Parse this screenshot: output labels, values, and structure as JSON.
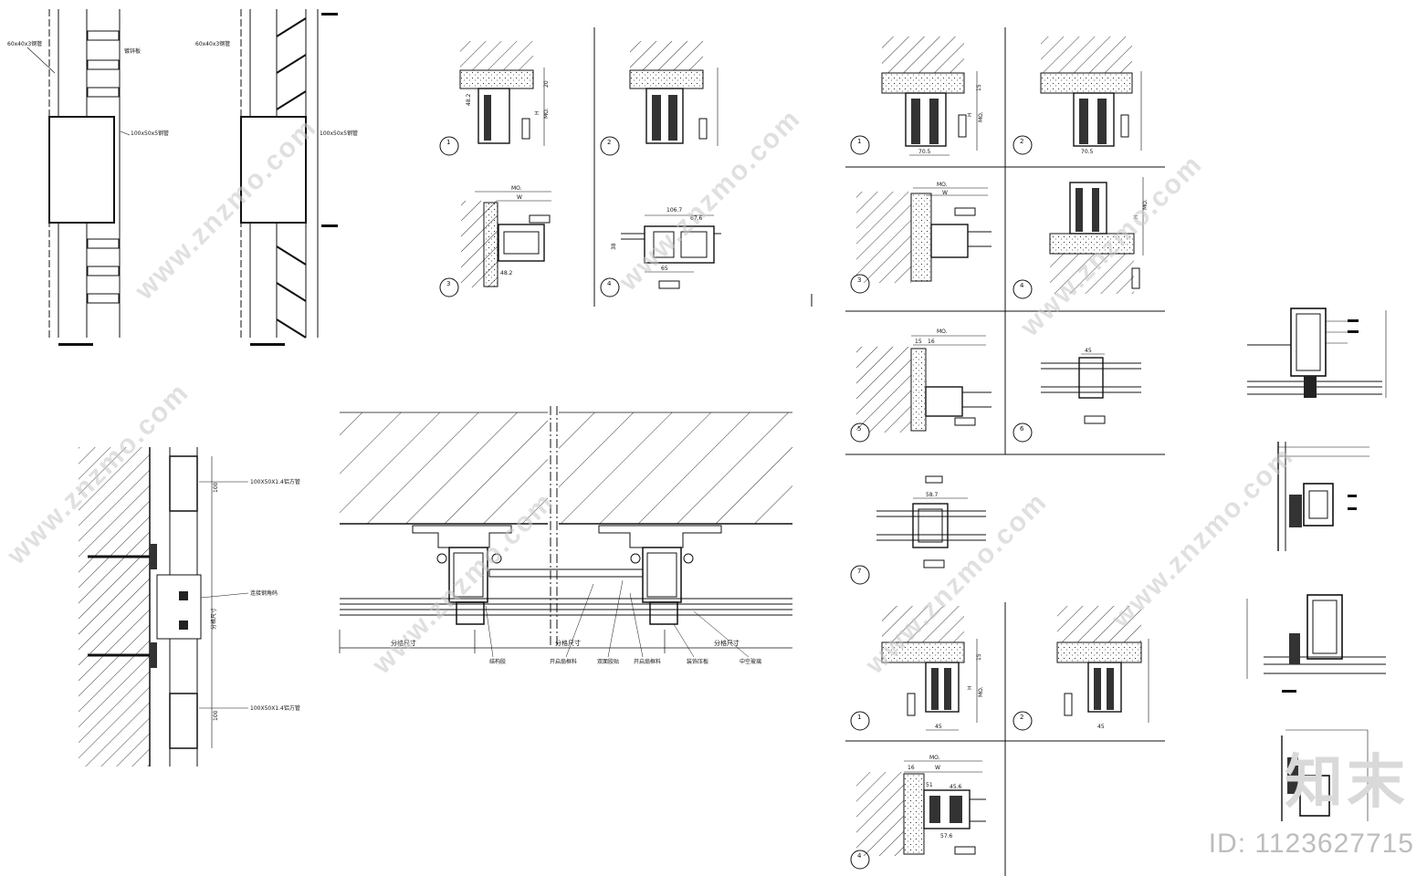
{
  "drawing": {
    "pier_elevation": {
      "labels": [
        "60x40x3钢管",
        "镀锌板",
        "100x50x5钢管"
      ]
    },
    "embed_plate_detail": {
      "labels": [
        "100X50X1.4铝方管",
        "连接钢角码",
        "100X50X1.4铝方管"
      ],
      "dim_vertical": "分格尺寸",
      "dims": [
        "100",
        "100"
      ]
    },
    "mullion_plan": {
      "dim_labels": [
        "分格尺寸",
        "分格尺寸",
        "分格尺寸"
      ],
      "callouts": [
        "结构胶",
        "开启扇框料",
        "双面胶贴",
        "开启扇框料",
        "装饰压板",
        "中空玻璃"
      ]
    },
    "window_details_a": {
      "section_numbers": [
        "1",
        "2",
        "3",
        "4"
      ],
      "dims": [
        "48.2",
        "20",
        "H",
        "MO.",
        "W",
        "106.7",
        "67.6",
        "65",
        "38"
      ]
    },
    "window_details_b": {
      "section_numbers": [
        "1",
        "2",
        "3",
        "4",
        "5",
        "6",
        "7"
      ],
      "dims": [
        "15",
        "H",
        "MO.",
        "70.5",
        "W",
        "16",
        "45",
        "58.7"
      ]
    },
    "window_details_c": {
      "section_numbers": [
        "1",
        "2",
        "4"
      ],
      "dims": [
        "15",
        "H",
        "MO.",
        "45",
        "W",
        "16",
        "45.6",
        "57.6",
        "51"
      ]
    }
  },
  "watermark": {
    "text": "www.znzmo.com",
    "brand": "知末",
    "id_label": "ID: 1123627715"
  }
}
